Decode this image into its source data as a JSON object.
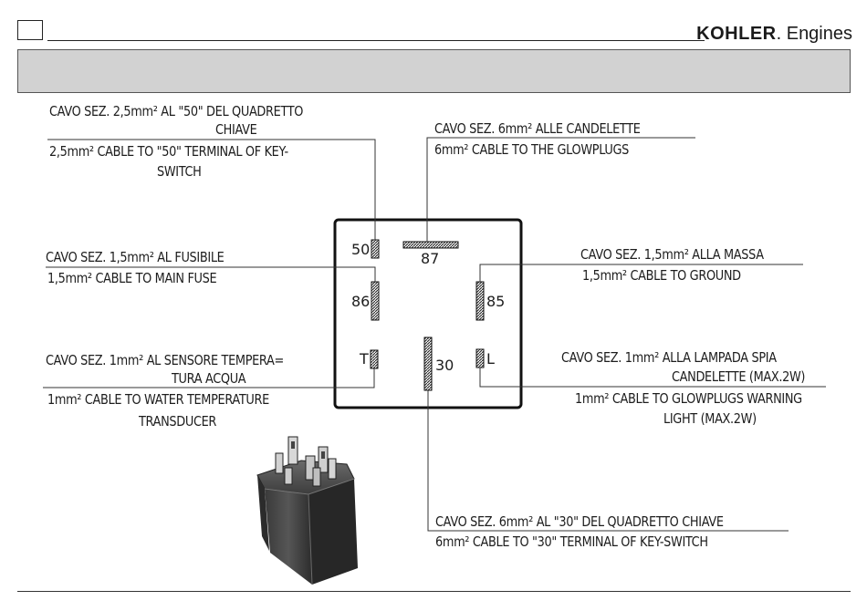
{
  "header": {
    "brand_strong": "KOHLER",
    "brand_light": ". Engines"
  },
  "relay": {
    "pins": {
      "p50": "50",
      "p87": "87",
      "p86": "86",
      "p85": "85",
      "pT": "T",
      "p30": "30",
      "pL": "L"
    }
  },
  "labels": {
    "cable50_it_1": "CAVO SEZ. 2,5mm² AL \"50\"  DEL QUADRETTO",
    "cable50_it_2": "CHIAVE",
    "cable50_en_1": "2,5mm² CABLE TO \"50\" TERMINAL OF KEY-",
    "cable50_en_2": "SWITCH",
    "glow_it": "CAVO SEZ. 6mm² ALLE  CANDELETTE",
    "glow_en": "6mm² CABLE TO THE GLOWPLUGS",
    "fuse_it": "CAVO SEZ. 1,5mm² AL FUSIBILE",
    "fuse_en": "1,5mm² CABLE TO MAIN FUSE",
    "ground_it": "CAVO SEZ. 1,5mm² ALLA MASSA",
    "ground_en": "1,5mm² CABLE TO GROUND",
    "temp_it_1": "CAVO SEZ. 1mm² AL SENSORE TEMPERA=",
    "temp_it_2": "TURA ACQUA",
    "temp_en_1": "1mm² CABLE TO WATER TEMPERATURE",
    "temp_en_2": "TRANSDUCER",
    "lamp_it_1": "CAVO SEZ. 1mm² ALLA LAMPADA SPIA",
    "lamp_it_2": "CANDELETTE (MAX.2W)",
    "lamp_en_1": "1mm² CABLE TO GLOWPLUGS WARNING",
    "lamp_en_2": "LIGHT (MAX.2W)",
    "cable30_it": "CAVO SEZ. 6mm² AL \"30\" DEL QUADRETTO CHIAVE",
    "cable30_en": "6mm² CABLE TO \"30\" TERMINAL OF KEY-SWITCH"
  }
}
